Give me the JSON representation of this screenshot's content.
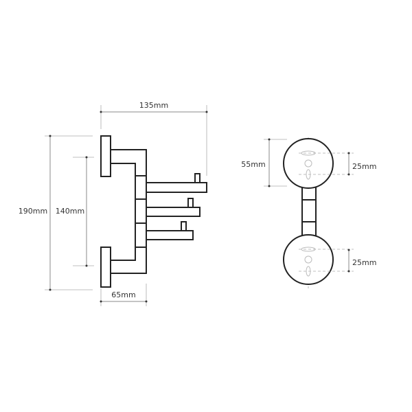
{
  "side_view": {
    "width_total": "135mm",
    "height_total": "190mm",
    "mount_spacing": "140mm",
    "depth": "65mm"
  },
  "front_view": {
    "plate_diameter": "55mm",
    "hole_spacing_top": "25mm",
    "hole_spacing_bottom": "25mm"
  }
}
